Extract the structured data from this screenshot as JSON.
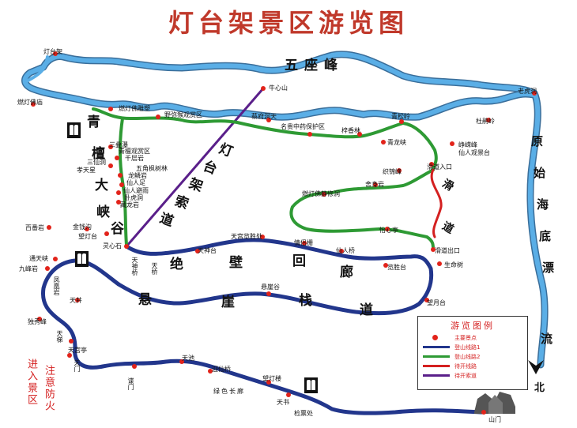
{
  "title": "灯台架景区游览图",
  "colors": {
    "river": "#5aaee6",
    "trail1": "#22368c",
    "trail2": "#2e9a34",
    "trail3": "#d42020",
    "cableway": "#5a1f8a",
    "poi": "#e2231a",
    "title": "#c0392b"
  },
  "labels": {
    "dengtaijia": "灯台架",
    "randeng_temple": "燃灯佛庙",
    "niuxinshan": "牛心山",
    "randeng_statue": "燃灯佛雕塑",
    "mile_platform": "野弥猴观赏区",
    "fenfu_cave": "蔡府洞天",
    "herb_area": "名贵中药保护区",
    "qingsong_ling": "青松岭",
    "dupeng_ling": "杜鹃岭",
    "laohu_cave": "老虎洞",
    "sanduizhu": "三叠瀑",
    "qingtan_area": "青檀观赏区",
    "qiancengyan": "千层岩",
    "sanxian_cave": "三仙洞",
    "xiaotianxing": "孝天星",
    "wujiao_forest": "五角枫树林",
    "longlin_yan": "龙鳞岩",
    "xianren_foot": "仙人足",
    "xianren_rain": "仙人避雨",
    "wohu_cave": "卧虎洞",
    "canglong_rock": "藏龙岩",
    "jinqianyan": "金钱沟",
    "wangdengtai": "望灯台",
    "baiwang_yan": "百番岩",
    "lingxin_rock": "灵心石",
    "zhiyin_forest": "梓香林",
    "qinglong_gorge": "青龙峡",
    "zhenglong_peak": "峥嵘峰",
    "xianren_view": "仙人观景台",
    "zhiming_peak": "织锦峰",
    "sheshen_rock": "舍身岩",
    "randeng_jingxiu": "燃灯佛静修洞",
    "yixin_pavilion": "怡心亭",
    "ladder_entry": "滑道入口",
    "ladder_exit": "滑道出口",
    "life_tree": "生命树",
    "tianshen_platform": "天神台",
    "tiangong_view": "天宫览胜处",
    "qinglv_stream": "情侣栅",
    "xianren_bridge": "仙人桥",
    "lansheng_platform": "览胜台",
    "tongtian_gorge": "通天峡",
    "jiufeng_rock": "九峰岩",
    "tianjing": "天井",
    "tianshen_bridge": "天神桥",
    "tianqiao": "天桥",
    "tianmen": "天门",
    "tianzi_pavilion": "天宫亭",
    "xuanya_road": "悬崖谷",
    "wangyue_platform": "望月台",
    "tianchi": "天池",
    "yingxian_bridge": "迎仙桥",
    "yingxian_platform": "望灯楼",
    "huilong_corridor": "绿色长廊",
    "tianshu": "天书",
    "checkpoint": "检票处",
    "shanmen": "山门",
    "yuemen": "谍门",
    "fenghuang_rock": "凤凰岩",
    "duxiang_cliff": "独秀峰",
    "tianti": "天梯"
  },
  "big_labels": {
    "wuzuofeng": "五座峰",
    "gorge_chars": [
      "青",
      "檀",
      "大",
      "峡",
      "谷"
    ],
    "corridor_chars": [
      "绝",
      "壁",
      "回",
      "廊"
    ],
    "plankway_chars": [
      "悬",
      "崖",
      "栈",
      "道"
    ],
    "cableway_chars": [
      "灯",
      "台",
      "架",
      "索",
      "道"
    ],
    "huadao_chars": [
      "滑",
      "道"
    ],
    "yuanshi_chars": [
      "原",
      "始",
      "海",
      "底",
      "漂",
      "流"
    ],
    "north": "北"
  },
  "side_notes": {
    "entrance": "进入景区",
    "fire": "注意防火"
  },
  "legend": {
    "title": "游览图例",
    "items": [
      {
        "label": "主要景点",
        "type": "dot",
        "color": "#e2231a"
      },
      {
        "label": "登山线路1",
        "type": "line",
        "color": "#22368c"
      },
      {
        "label": "登山线路2",
        "type": "line",
        "color": "#2e9a34"
      },
      {
        "label": "待开线路",
        "type": "line",
        "color": "#d42020"
      },
      {
        "label": "待开索道",
        "type": "line",
        "color": "#5a1f8a"
      }
    ]
  }
}
